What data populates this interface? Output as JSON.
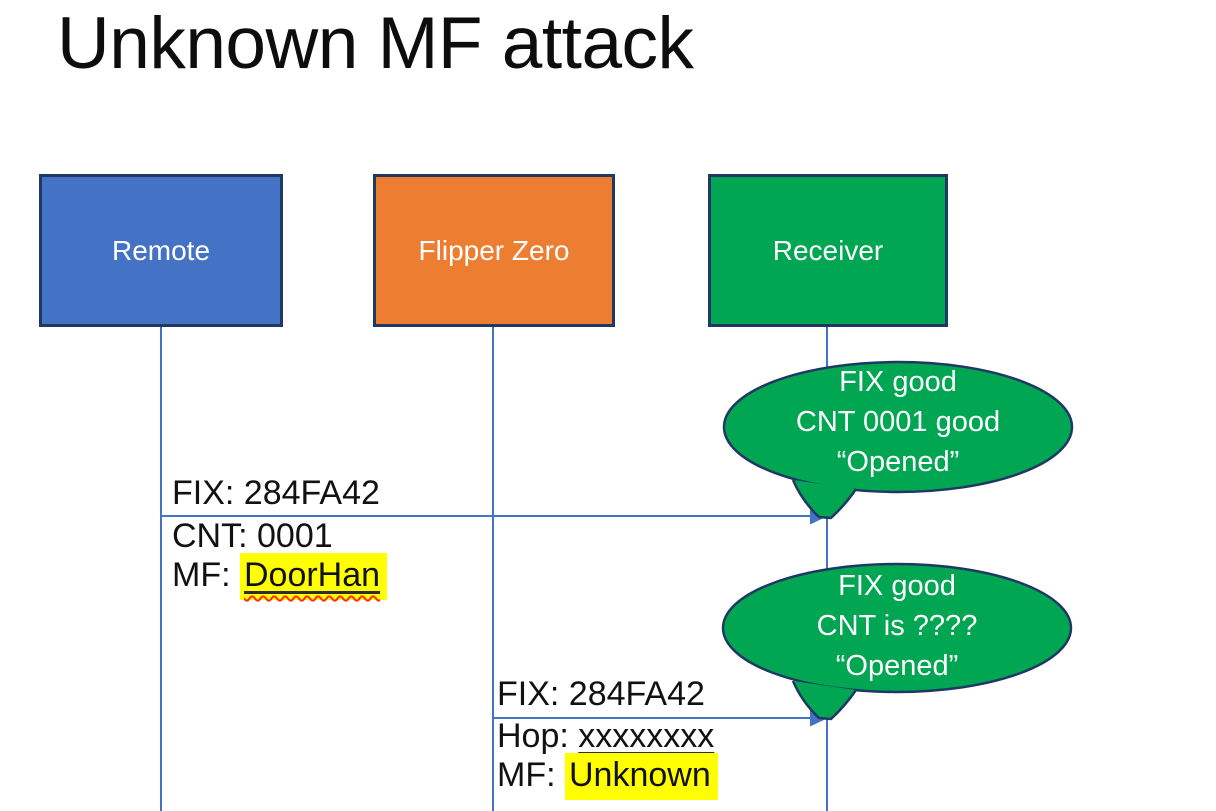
{
  "slide": {
    "title": "Unknown MF attack"
  },
  "actors": [
    {
      "label": "Remote",
      "fill": "#4472C4"
    },
    {
      "label": "Flipper Zero",
      "fill": "#ED7D31"
    },
    {
      "label": "Receiver",
      "fill": "#00A651"
    }
  ],
  "messages": [
    {
      "from": "Remote",
      "to": "Receiver",
      "fix": "FIX: 284FA42",
      "cnt": "CNT: 0001",
      "mf_prefix": "MF: ",
      "mf_value": "DoorHan"
    },
    {
      "from": "Flipper Zero",
      "to": "Receiver",
      "fix": "FIX: 284FA42",
      "hop_prefix": "Hop: ",
      "hop_value": "xxxxxxxx",
      "mf_prefix": "MF: ",
      "mf_value": "Unknown"
    }
  ],
  "callouts": [
    {
      "lines": [
        "FIX good",
        "CNT 0001 good",
        "“Opened”"
      ]
    },
    {
      "lines": [
        "FIX good",
        "CNT is ????",
        "“Opened”"
      ]
    }
  ],
  "colors": {
    "actor_remote_fill": "#4472C4",
    "actor_flipper_fill": "#ED7D31",
    "actor_receiver_fill": "#00A651",
    "callout_fill": "#00A651",
    "shape_border": "#1F3864",
    "line_blue": "#4472C4",
    "highlight_yellow": "#FFFF00",
    "spellcheck_red": "#FF2D16",
    "text_on_shapes": "#FFFFFF",
    "text_dark": "#111111"
  }
}
